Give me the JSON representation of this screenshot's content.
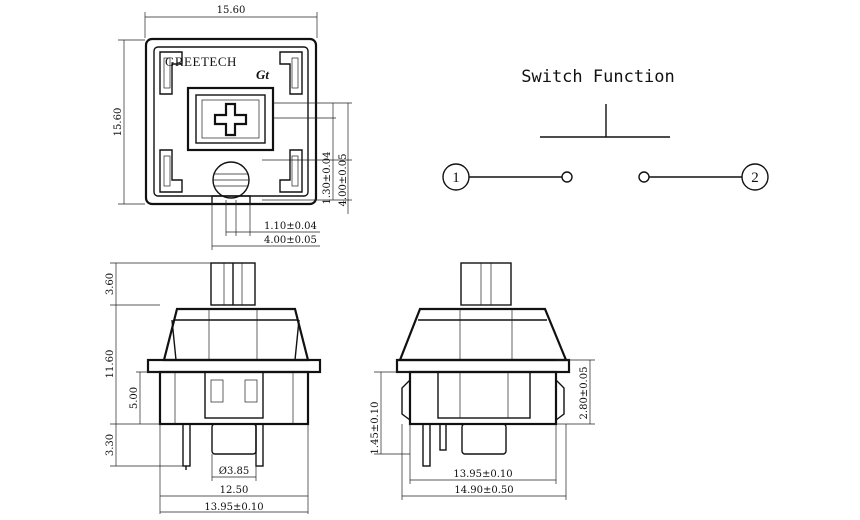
{
  "top_view": {
    "brand": "GREETECH",
    "brand_mark": "Gt",
    "dim_width": "15.60",
    "dim_height": "15.60",
    "dim_stem_width": "1.10±0.04",
    "dim_led_width": "4.00±0.05",
    "dim_stem_offset": "1.30±0.04",
    "dim_led_height": "4.00±0.05"
  },
  "switch_function": {
    "title": "Switch Function",
    "terminal_1": "1",
    "terminal_2": "2"
  },
  "front_view": {
    "dim_stem_height": "3.60",
    "dim_body_height": "11.60",
    "dim_lower_height": "5.00",
    "dim_pin_length": "3.30",
    "dim_pin_diameter": "Ø3.85",
    "dim_bottom_width": "12.50",
    "dim_overall_width": "13.95±0.10"
  },
  "side_view": {
    "dim_clip_height": "1.45±0.10",
    "dim_side_height": "2.80±0.05",
    "dim_bottom_width": "13.95±0.10",
    "dim_overall_width": "14.90±0.50"
  }
}
